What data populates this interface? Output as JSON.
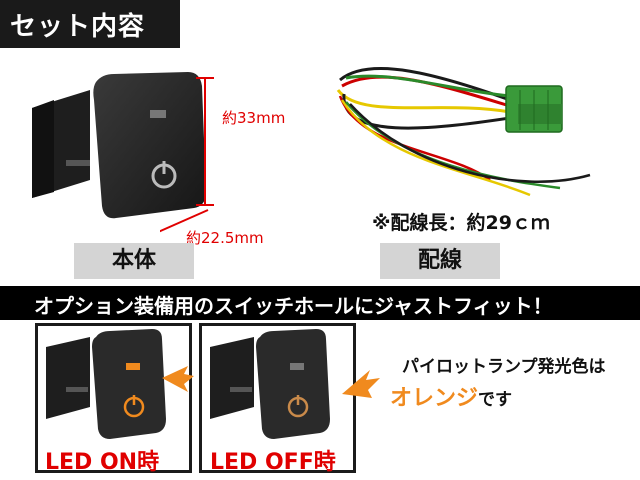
{
  "header": {
    "title": "セット内容"
  },
  "product": {
    "height_label": "約33mm",
    "width_label": "約22.5mm",
    "body_caption": "本体",
    "wiring_caption": "配線",
    "wire_length": "※配線長：約29ｃｍ"
  },
  "banner": {
    "text": "オプション装備用のスイッチホールにジャストフィット！"
  },
  "led_panels": [
    {
      "label": "LED ON時"
    },
    {
      "label": "LED OFF時"
    }
  ],
  "note": {
    "line1": "パイロットランプ発光色は",
    "highlight": "オレンジ",
    "suffix": "です"
  },
  "colors": {
    "accent_red": "#e00000",
    "accent_orange": "#f08a1e",
    "switch_body": "#2a2a2a",
    "header_bg": "#1a1a1a"
  }
}
